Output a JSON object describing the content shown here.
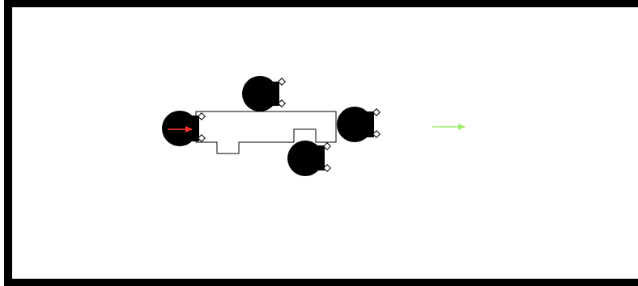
{
  "scene": {
    "colors": {
      "background": "#ffffff",
      "arena_wall": "#000000",
      "robot_body": "#000000",
      "object_outline": "#000000",
      "robot_heading_arrow": "#ff3333",
      "goal_direction_arrow": "#99ee66"
    },
    "arena": {
      "shape": "rectangle",
      "right_wall_visible": false
    },
    "pushed_object": {
      "shape": "irregular-polygon",
      "fill": "#ffffff"
    },
    "robots": [
      {
        "id": "robot-1",
        "facing": "right",
        "gripper": "two-finger"
      },
      {
        "id": "robot-2",
        "facing": "right",
        "gripper": "two-finger"
      },
      {
        "id": "robot-3",
        "facing": "right",
        "gripper": "two-finger"
      },
      {
        "id": "robot-4",
        "facing": "right",
        "gripper": "two-finger"
      }
    ],
    "arrows": {
      "robot_heading": {
        "direction": "right"
      },
      "goal_direction": {
        "direction": "right"
      }
    }
  }
}
